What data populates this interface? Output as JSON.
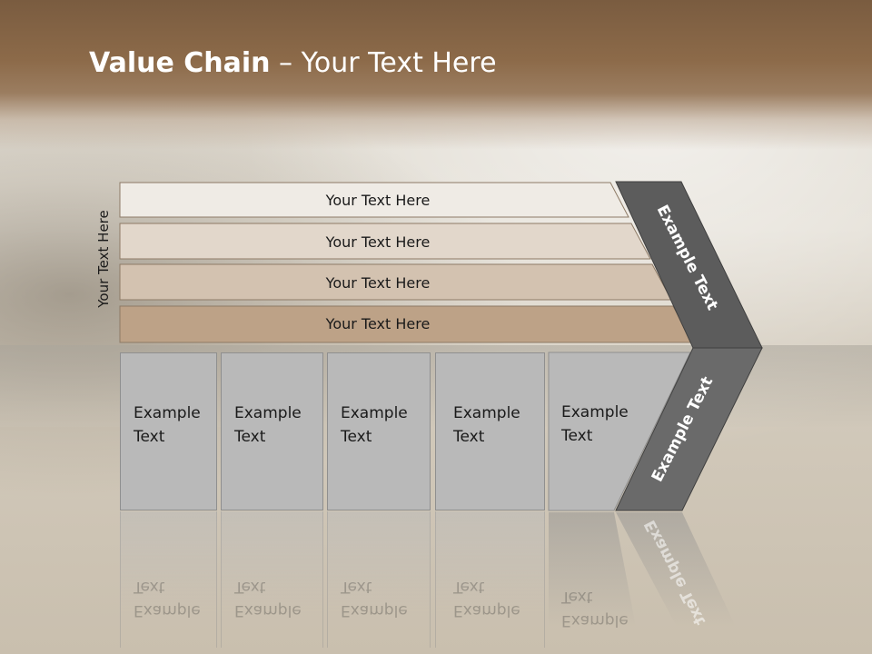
{
  "slide": {
    "title_bold": "Value Chain",
    "title_rest": " – Your Text Here",
    "side_label": "Your Text Here"
  },
  "bars": [
    {
      "label": "Your Text Here",
      "color": "#efebe5"
    },
    {
      "label": "Your Text Here",
      "color": "#e2d7cb"
    },
    {
      "label": "Your Text Here",
      "color": "#d3c2b0"
    },
    {
      "label": "Your Text Here",
      "color": "#bda287"
    }
  ],
  "blocks": [
    {
      "line1": "Example",
      "line2": "Text"
    },
    {
      "line1": "Example",
      "line2": "Text"
    },
    {
      "line1": "Example",
      "line2": "Text"
    },
    {
      "line1": "Example",
      "line2": "Text"
    },
    {
      "line1": "Example",
      "line2": "Text"
    }
  ],
  "chevron": {
    "upper_label": "Example Text",
    "lower_label": "Example Text",
    "upper_color": "#5c5c5c",
    "lower_color": "#6a6a6a"
  }
}
